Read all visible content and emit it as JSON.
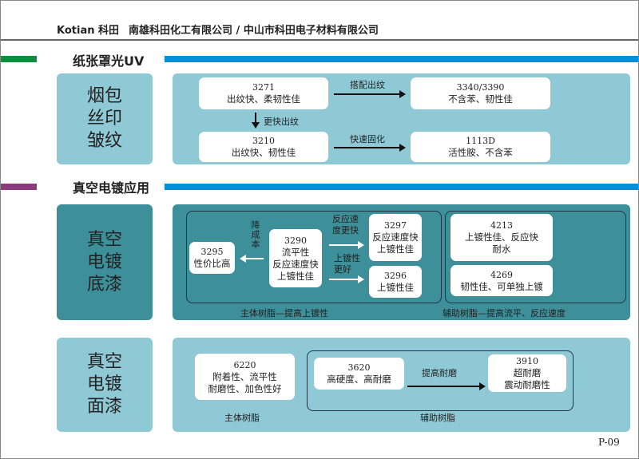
{
  "header": {
    "brand": "Kotian 科田",
    "companies": "南雄科田化工有限公司 / 中山市科田电子材料有限公司"
  },
  "colors": {
    "green": "#0a8f3c",
    "blue": "#0a8edb",
    "purple": "#8a3a7e",
    "light": "#8ec9d5",
    "dark": "#3d8f99"
  },
  "section1": {
    "title": "纸张罩光UV",
    "side": "烟包\n丝印\n皱纹",
    "boxes": [
      {
        "code": "3271",
        "desc": "出纹快、柔韧性佳"
      },
      {
        "code": "3340/3390",
        "desc": "不含苯、韧性佳"
      },
      {
        "code": "3210",
        "desc": "出纹快、韧性佳"
      },
      {
        "code": "1113D",
        "desc": "活性胺、不含苯"
      }
    ],
    "arrows": [
      "搭配出纹",
      "更快出纹",
      "快速固化"
    ]
  },
  "section2": {
    "title": "真空电镀应用",
    "side": "真空\n电镀\n底漆",
    "main": {
      "center": {
        "code": "3290",
        "l1": "流平性",
        "l2": "反应速度快",
        "l3": "上镀性佳"
      },
      "left": {
        "code": "3295",
        "desc": "性价比高"
      },
      "top": {
        "code": "3297",
        "l1": "反应速度快",
        "l2": "上镀性佳"
      },
      "bottom": {
        "code": "3296",
        "desc": "上镀性佳"
      },
      "arrow_left": "降成本",
      "arrow_top": "反应速度更快",
      "arrow_bottom": "上镀性更好",
      "caption": "主体树脂—提高上镀性"
    },
    "aux": {
      "box1": {
        "code": "4213",
        "l1": "上镀性佳、反应快",
        "l2": "耐水"
      },
      "box2": {
        "code": "4269",
        "desc": "韧性佳、可单独上镀"
      },
      "caption": "辅助树脂—提高流平、反应速度"
    }
  },
  "section3": {
    "side": "真空\n电镀\n面漆",
    "main": {
      "code": "6220",
      "l1": "附着性、流平性",
      "l2": "耐磨性、加色性好",
      "caption": "主体树脂"
    },
    "aux": {
      "box1": {
        "code": "3620",
        "desc": "高硬度、高耐磨"
      },
      "arrow": "提高耐磨",
      "box2": {
        "code": "3910",
        "l1": "超耐磨",
        "l2": "震动耐磨性"
      },
      "caption": "辅助树脂"
    }
  },
  "page_number": "P-09"
}
